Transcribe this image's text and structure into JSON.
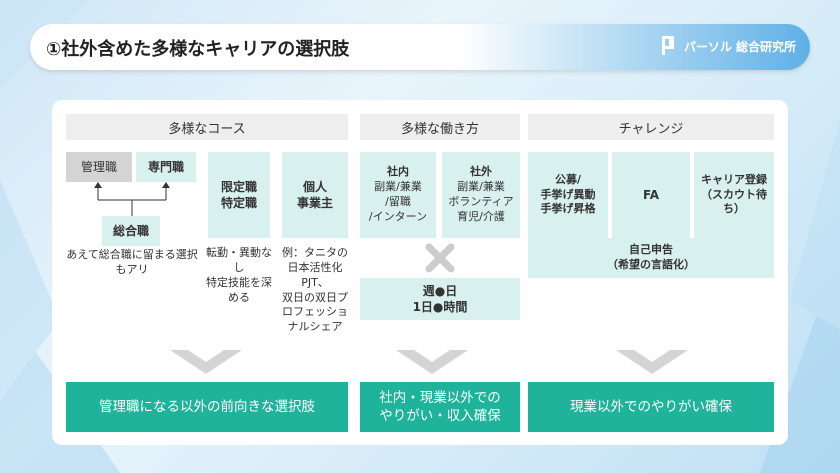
{
  "header": {
    "title": "①社外含めた多様なキャリアの選択肢",
    "logo_text": "パーソル 総合研究所"
  },
  "columns": [
    {
      "label": "多様なコース"
    },
    {
      "label": "多様な働き方"
    },
    {
      "label": "チャレンジ"
    }
  ],
  "course": {
    "kanri": "管理職",
    "senmon": "専門職",
    "sogo": "総合職",
    "note": "あえて総合職に留まる選択もアリ",
    "gentei_title": "限定職\n特定職",
    "gentei_note": "転勤・異動なし\n特定技能を深める",
    "kojin_title": "個人\n事業主",
    "kojin_note": "例：タニタの日本活性化PJT、\n双日の双日プロフェッショナルシェア"
  },
  "work": {
    "shanai_title": "社内",
    "shanai_items": "副業/兼業\n/留職\n/インターン",
    "shagai_title": "社外",
    "shagai_items": "副業/兼業\nボランティア\n育児/介護",
    "time_line1": "週●日",
    "time_line2": "1日●時間"
  },
  "challenge": {
    "kobo": "公募/\n手挙げ異動\n手挙げ昇格",
    "fa": "FA",
    "career": "キャリア登録\n（スカウト待ち）",
    "jiko": "自己申告\n（希望の言語化）"
  },
  "outcomes": [
    {
      "label": "管理職になる以外の前向きな選択肢"
    },
    {
      "label": "社内・現業以外での\nやりがい・収入確保"
    },
    {
      "label": "現業以外でのやりがい確保"
    }
  ],
  "colors": {
    "accent": "#20b39c",
    "mint": "#d9f1ee",
    "header_blue": "#5fb0e6"
  }
}
